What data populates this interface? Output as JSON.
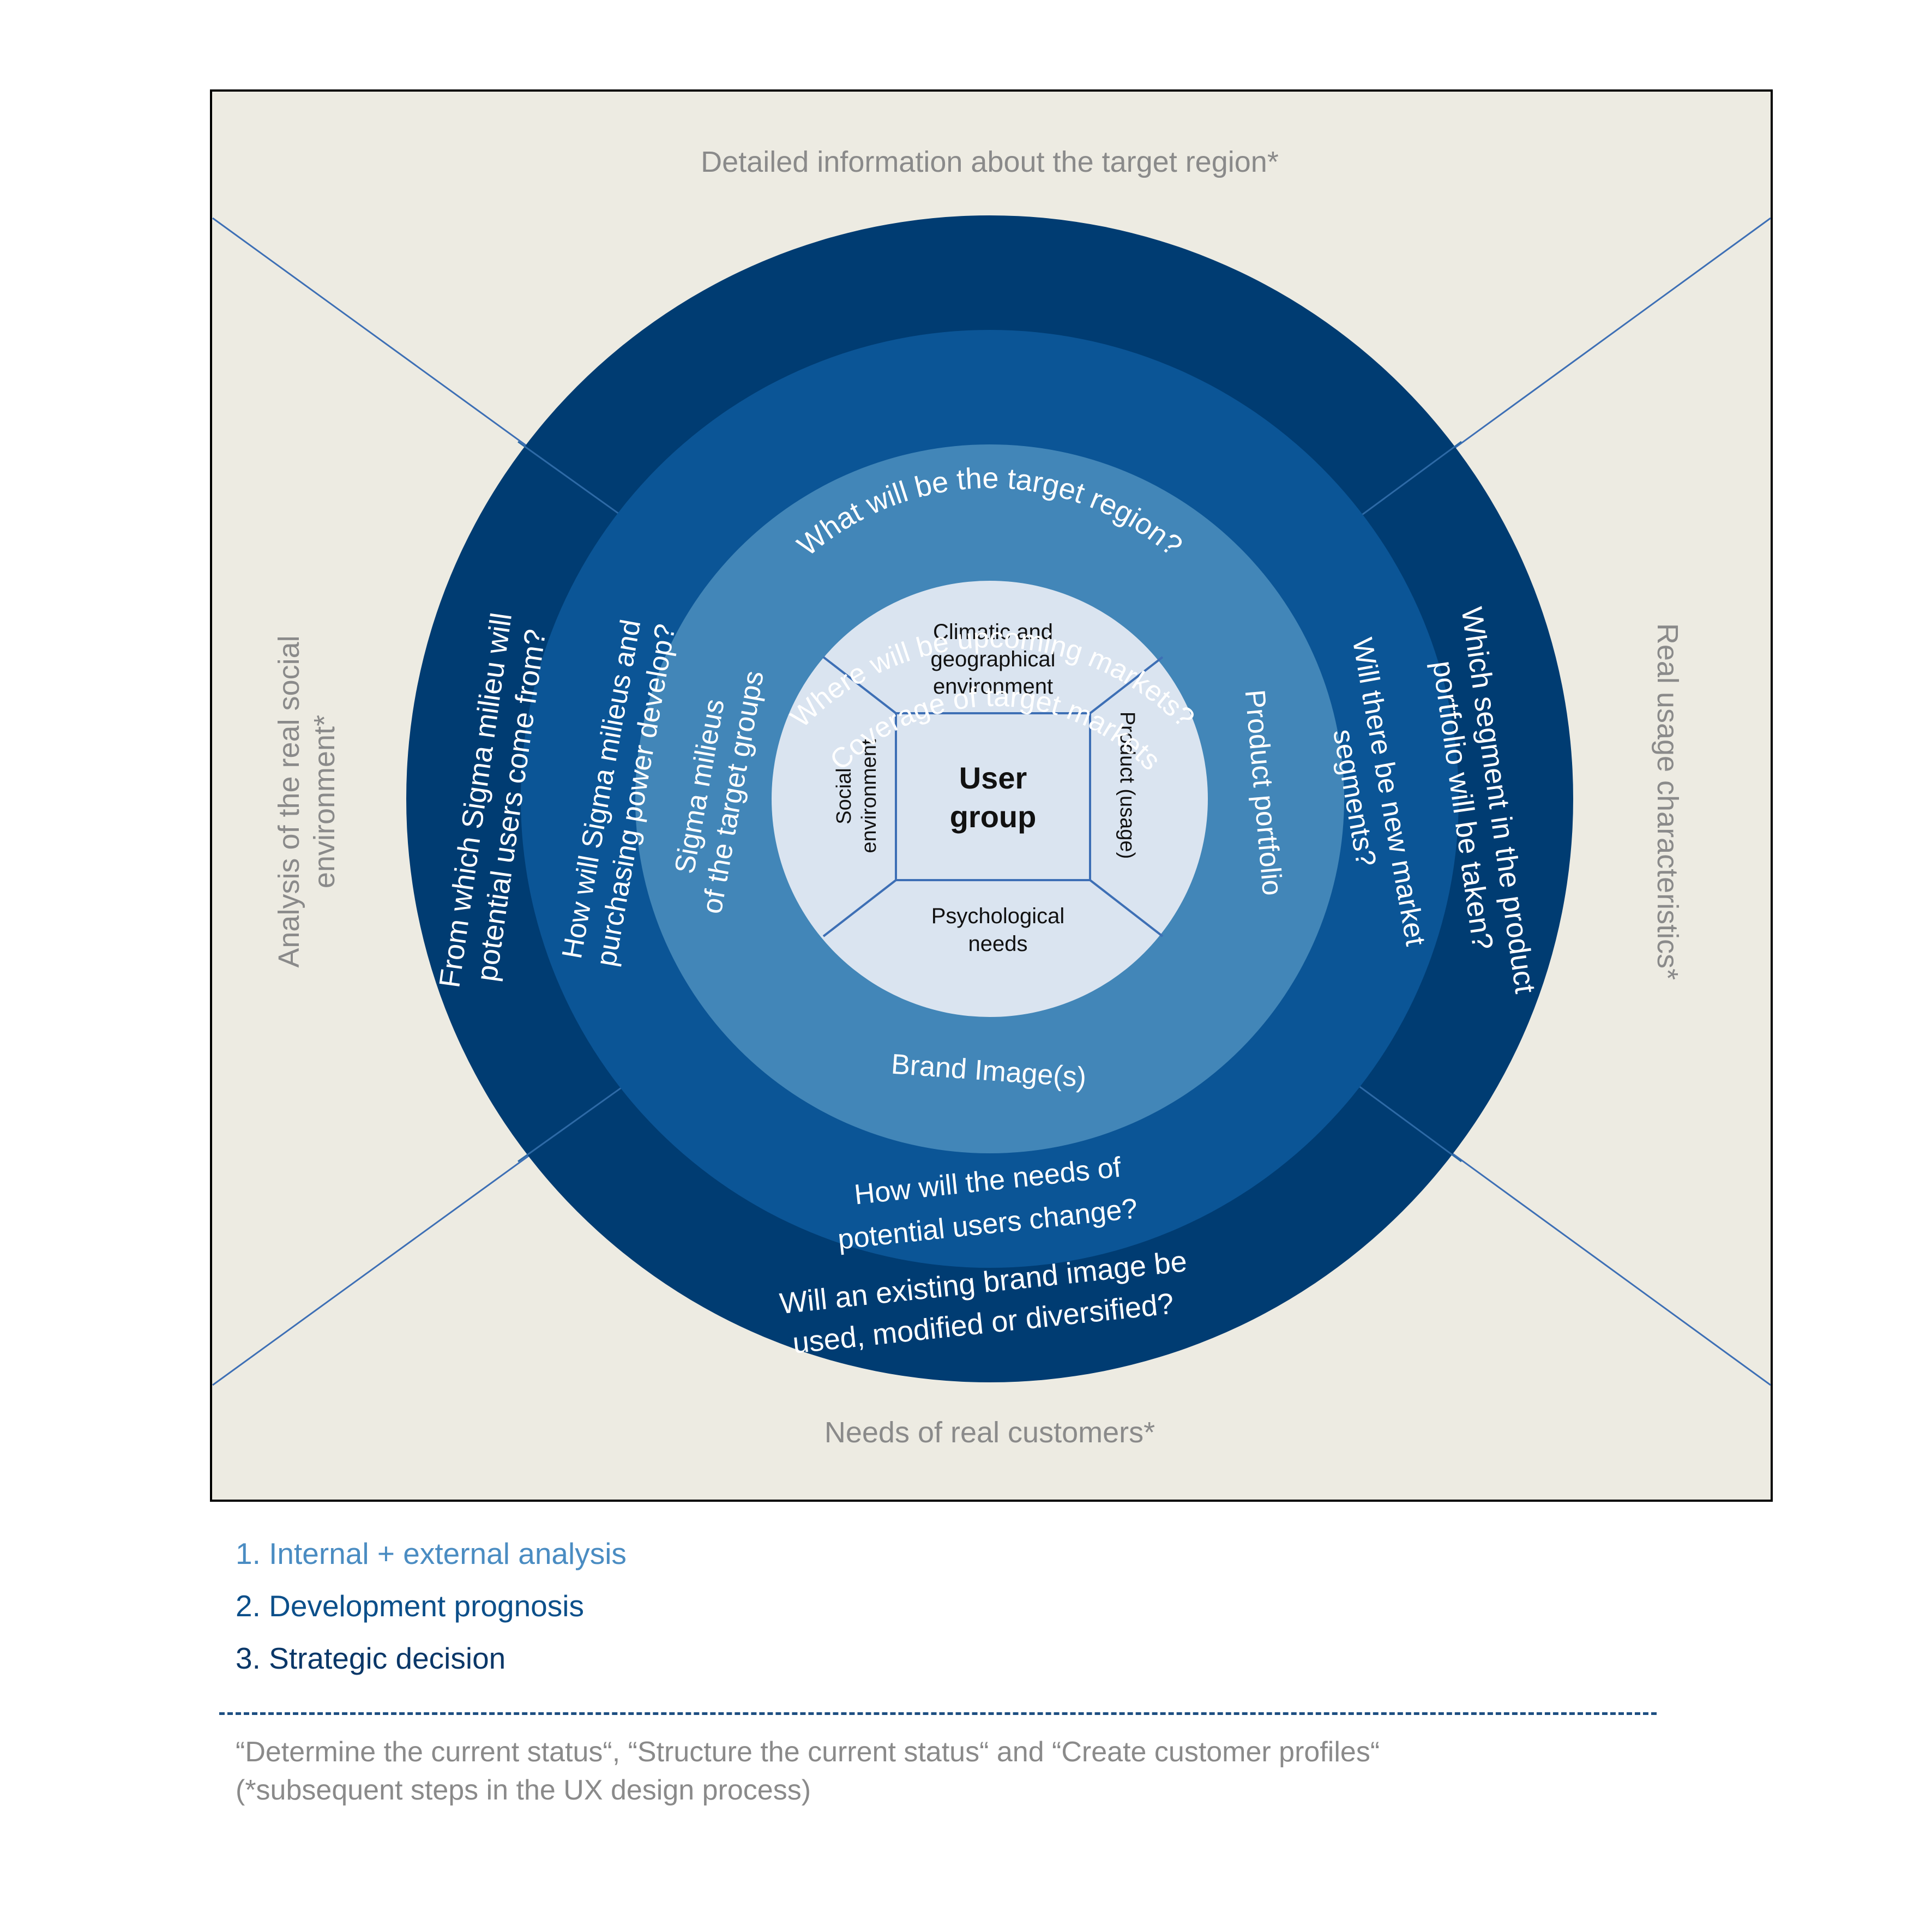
{
  "outer": {
    "top": "Detailed information about the target region*",
    "bottom": "Needs of real customers*",
    "left_line1": "Analysis of the real social",
    "left_line2": "environment*",
    "right": "Real usage characteristics*"
  },
  "ring3": {
    "top": "What will be the target region?",
    "left_line1": "From which Sigma milieu will",
    "left_line2": "potential users come from?",
    "right_line1": "Which segment in the product",
    "right_line2": "portfolio will be taken?",
    "bottom_line1": "Will an existing brand image be",
    "bottom_line2": "used, modified or diversified?"
  },
  "ring2": {
    "top": "Where will be upcoming markets?",
    "left_line1": "How will Sigma milieus and",
    "left_line2": "purchasing power develop?",
    "right_line1": "Will there be new market",
    "right_line2": "segments?",
    "bottom_line1": "How will the needs of",
    "bottom_line2": "potential users change?"
  },
  "ring1": {
    "top": "Coverage of target markets",
    "left_line1": "Sigma milieus",
    "left_line2": "of the target groups",
    "right": "Product portfolio",
    "bottom": "Brand Image(s)"
  },
  "core": {
    "center_line1": "User",
    "center_line2": "group",
    "top_line1": "Climatic and",
    "top_line2": "geographical",
    "top_line3": "environment",
    "bottom_line1": "Psychological",
    "bottom_line2": "needs",
    "left_line1": "Social",
    "left_line2": "environment",
    "right": "Product (usage)"
  },
  "legend": {
    "item1": "1. Internal + external analysis",
    "item2": "2. Development prognosis",
    "item3": "3. Strategic decision"
  },
  "footnote": {
    "line1": "“Determine the current status“, “Structure the current status“ and “Create customer profiles“",
    "line2": "(*subsequent steps in the UX design process)"
  },
  "colors": {
    "background_box": "#edebe2",
    "ring_outer": "#003c72",
    "ring_middle": "#0b5596",
    "ring_inner": "#4286b8",
    "core": "#dae4f0",
    "outer_text": "#8a8a8a",
    "legend_1": "#4a8cc2",
    "legend_2": "#0b4f8a",
    "legend_3": "#0a3768",
    "footnote": "#8a8a8a"
  }
}
